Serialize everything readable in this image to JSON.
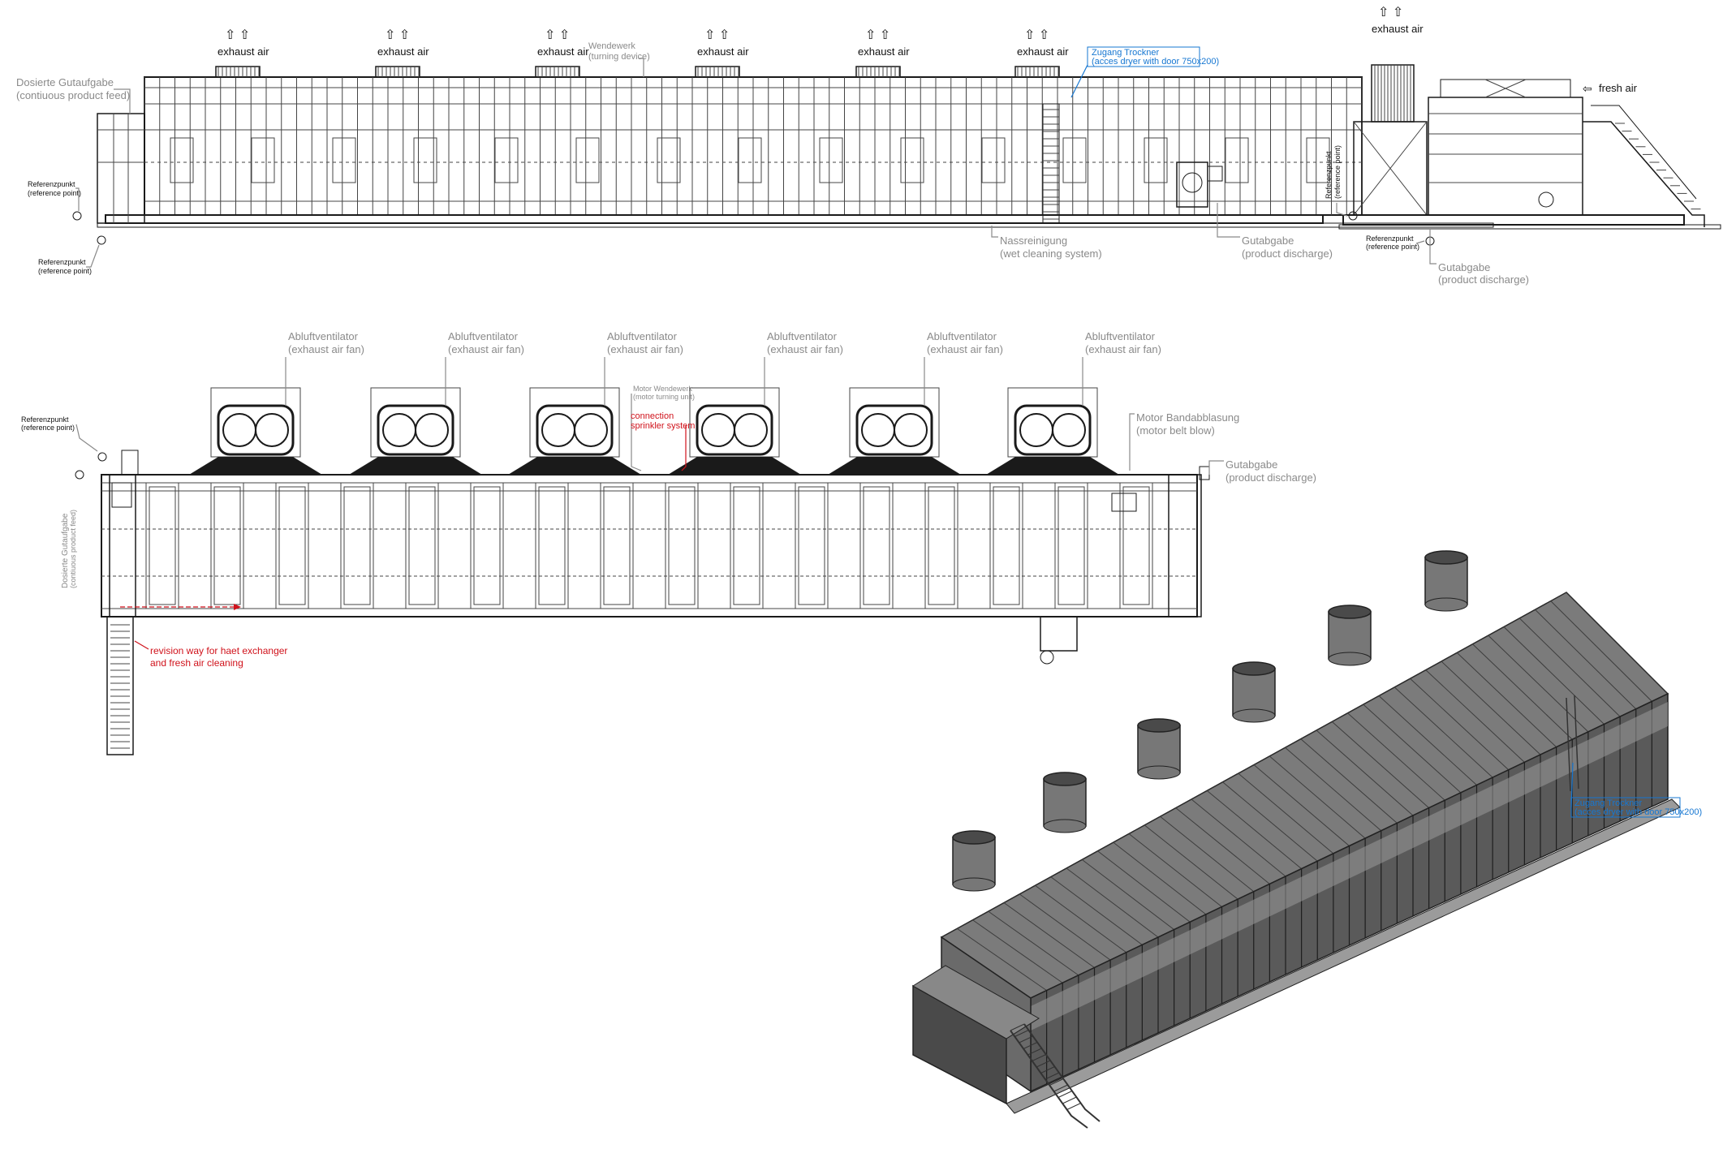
{
  "labels": {
    "exhaust_air": "exhaust air",
    "dosierte_de": "Dosierte Gutaufgabe",
    "dosierte_en": "(contiuous product feed)",
    "ref_de": "Referenzpunkt",
    "ref_en": "(reference point)",
    "wendewerk_de": "Wendewerk",
    "wendewerk_en": "(turning device)",
    "zugang_de": "Zugang Trockner",
    "zugang_en": "(acces dryer with door 750x200)",
    "nass_de": "Nassreinigung",
    "nass_en": "(wet cleaning system)",
    "gutabgabe_de": "Gutabgabe",
    "gutabgabe_en": "(product discharge)",
    "fresh_air": "fresh air",
    "fan_de": "Abluftventilator",
    "fan_en": "(exhaust air fan)",
    "motor_wende_de": "Motor Wendewerk",
    "motor_wende_en": "(motor turning unit)",
    "sprinkler_1": "connection",
    "sprinkler_2": "sprinkler system",
    "motor_band_de": "Motor Bandabblasung",
    "motor_band_en": "(motor belt blow)",
    "revision_1": "revision way for haet exchanger",
    "revision_2": "and fresh air cleaning"
  },
  "colors": {
    "line": "#1a1a1a",
    "label_grey": "#8a8a8a",
    "annotation_red": "#d0121b",
    "annotation_blue": "#1677d2",
    "roof": "#7b7b7b",
    "wall": "#5a5a5a"
  }
}
